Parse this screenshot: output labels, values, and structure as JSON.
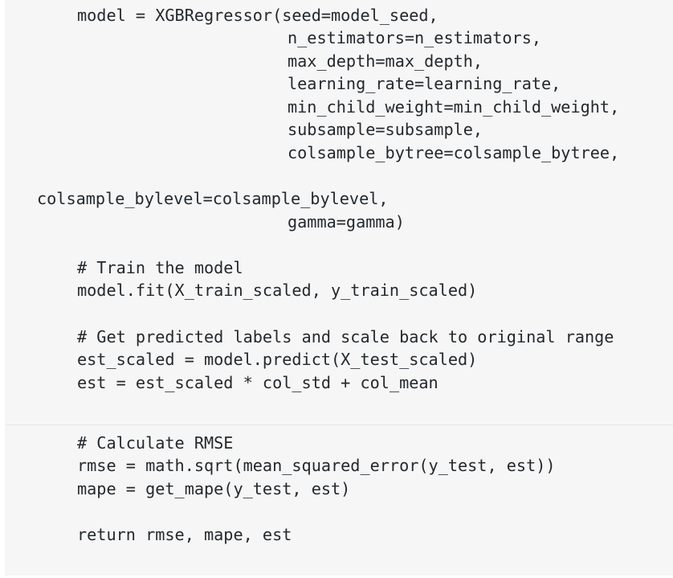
{
  "code": {
    "lines": [
      "model = XGBRegressor(seed=model_seed,",
      "n_estimators=n_estimators,",
      "max_depth=max_depth,",
      "learning_rate=learning_rate,",
      "min_child_weight=min_child_weight,",
      "subsample=subsample,",
      "colsample_bytree=colsample_bytree,",
      "colsample_bylevel=colsample_bylevel,",
      "gamma=gamma)",
      "# Train the model",
      "model.fit(X_train_scaled, y_train_scaled)",
      "# Get predicted labels and scale back to original range",
      "est_scaled = model.predict(X_test_scaled)",
      "est = est_scaled * col_std + col_mean",
      "# Calculate RMSE",
      "rmse = math.sqrt(mean_squared_error(y_test, est))",
      "mape = get_mape(y_test, est)",
      "return rmse, mape, est"
    ]
  }
}
